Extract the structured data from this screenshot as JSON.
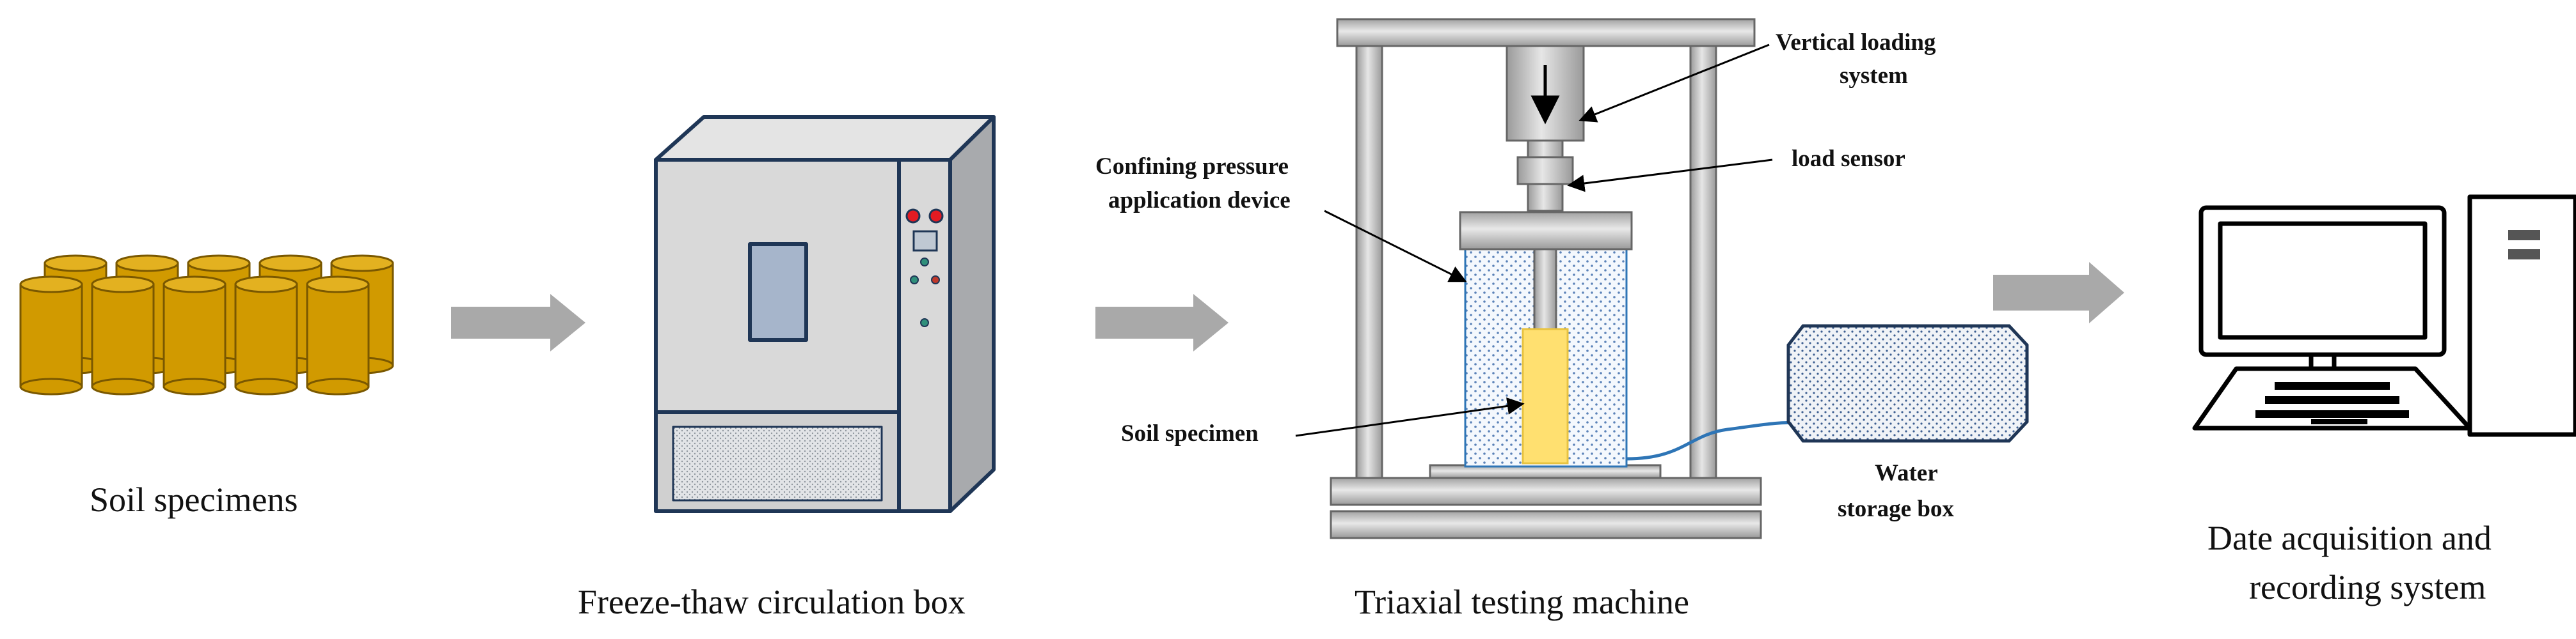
{
  "stages": {
    "soil_specimens": "Soil specimens",
    "freeze_thaw_box": "Freeze-thaw circulation box",
    "triaxial_machine": "Triaxial testing machine",
    "acquisition_line1": "Date acquisition and",
    "acquisition_line2": "recording system"
  },
  "annotations": {
    "vertical_loading_line1": "Vertical loading",
    "vertical_loading_line2": "system",
    "load_sensor": "load sensor",
    "confining_line1": "Confining pressure",
    "confining_line2": "application device",
    "soil_specimen": "Soil specimen",
    "water_line1": "Water",
    "water_line2": "storage box"
  },
  "colors": {
    "specimen_gold": "#d19a00",
    "specimen_stroke": "#7a5800",
    "flow_arrow": "#a9a9a9",
    "box_navy": "#1f3656",
    "box_face": "#d9d9d9",
    "window_blue": "#a6b5cb",
    "frame_gray": "#c8c8c8",
    "water_dots": "#5b82b8",
    "soil_yellow": "#ffe070",
    "hose_blue": "#2e75b6"
  },
  "icons": {
    "specimens": "cylinder-specimens-icon",
    "chamber": "freeze-thaw-chamber-icon",
    "machine": "triaxial-machine-icon",
    "computer": "desktop-computer-icon"
  }
}
